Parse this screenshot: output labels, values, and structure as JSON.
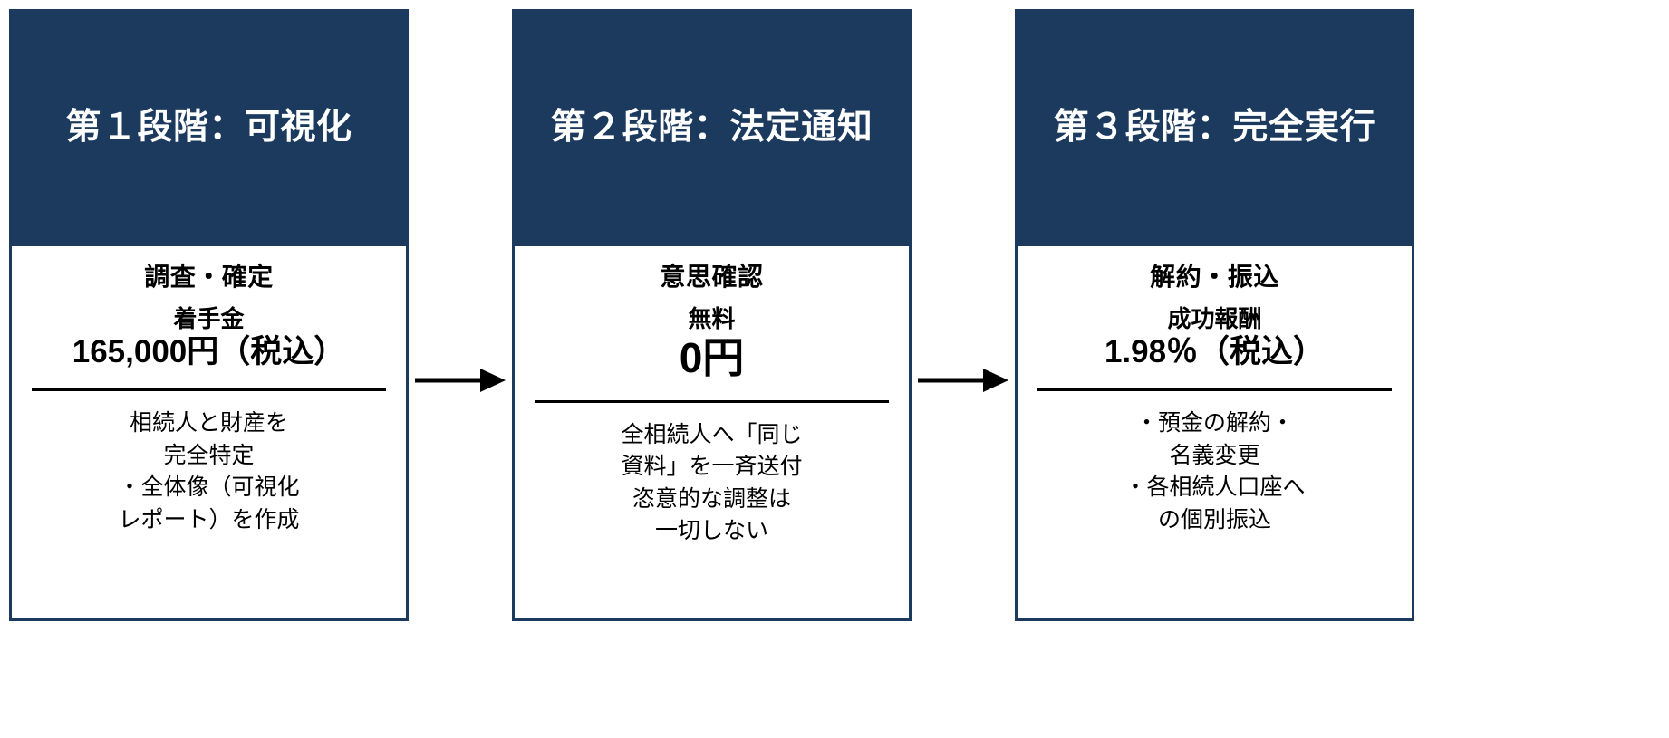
{
  "theme": {
    "header_bg": "#1C3A5E",
    "header_text": "#FFFFFF",
    "body_bg": "#FFFFFF",
    "border": "#1C3A5E",
    "text": "#000000",
    "rule": "#000000",
    "arrow": "#000000"
  },
  "stages": [
    {
      "header": "第１段階：可視化",
      "subtitle": "調査・確定",
      "fee_label": "着手金",
      "fee_amount": "165,000円（税込）",
      "fee_amount_size": "normal",
      "description": [
        "相続人と財産を",
        "完全特定",
        "・全体像（可視化",
        "レポート）を作成"
      ]
    },
    {
      "header": "第２段階：法定通知",
      "subtitle": "意思確認",
      "fee_label": "無料",
      "fee_amount": "0円",
      "fee_amount_size": "large",
      "description": [
        "全相続人へ「同じ",
        "資料」を一斉送付",
        "恣意的な調整は",
        "一切しない"
      ]
    },
    {
      "header": "第３段階：完全実行",
      "subtitle": "解約・振込",
      "fee_label": "成功報酬",
      "fee_amount": "1.98％（税込）",
      "fee_amount_size": "normal",
      "description": [
        "・預金の解約・",
        "名義変更",
        "・各相続人口座へ",
        "の個別振込"
      ]
    }
  ],
  "connectors": [
    {
      "icon": "arrow-right-icon"
    },
    {
      "icon": "arrow-right-icon"
    }
  ]
}
